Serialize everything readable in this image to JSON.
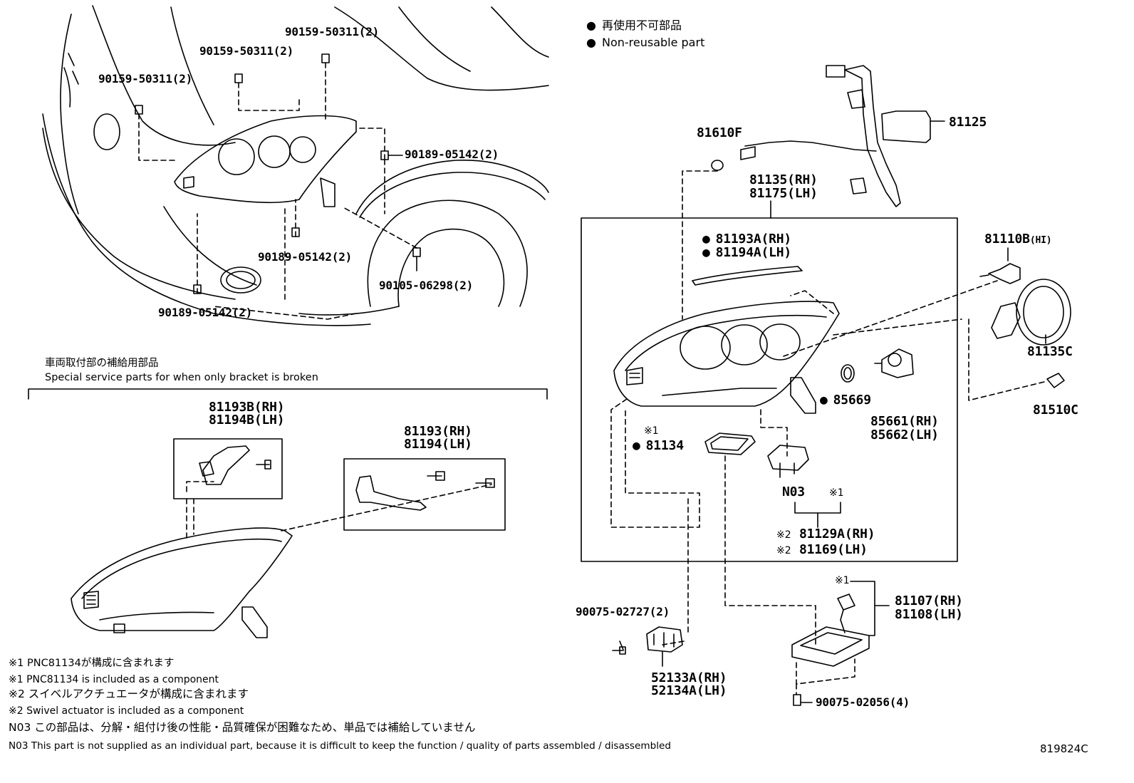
{
  "legend": {
    "non_reusable_jp": "再使用不可部品",
    "non_reusable_en": "Non-reusable part"
  },
  "special_service": {
    "title_jp": "車両取付部の補給用部品",
    "title_en": "Special service parts for when only bracket is broken"
  },
  "parts": {
    "p90159_a": "90159-50311(2)",
    "p90159_b": "90159-50311(2)",
    "p90159_c": "90159-50311(2)",
    "p90189_a": "90189-05142(2)",
    "p90189_b": "90189-05142(2)",
    "p90189_c": "90189-05142(2)",
    "p90105": "90105-06298(2)",
    "p81193B": "81193B(RH)",
    "p81194B": "81194B(LH)",
    "p81193": "81193(RH)",
    "p81194": "81194(LH)",
    "p81610F": "81610F",
    "p81125": "81125",
    "p81135": "81135(RH)",
    "p81175": "81175(LH)",
    "p81193A": "81193A(RH)",
    "p81194A": "81194A(LH)",
    "p81110B": "81110B",
    "p81110B_sub": "(HI)",
    "p81135C": "81135C",
    "p81510C": "81510C",
    "p85669": "85669",
    "p85661": "85661(RH)",
    "p85662": "85662(LH)",
    "p81134_mark": "※1",
    "p81134": "81134",
    "pN03": "N03",
    "pN03_mark": "※1",
    "p81129A_mark": "※2",
    "p81129A": "81129A(RH)",
    "p81169_mark": "※2",
    "p81169": "81169(LH)",
    "p81107_mark": "※1",
    "p81107": "81107(RH)",
    "p81108": "81108(LH)",
    "p90075_a": "90075-02727(2)",
    "p52133A": "52133A(RH)",
    "p52134A": "52134A(LH)",
    "p90075_b": "90075-02056(4)"
  },
  "footnotes": [
    "※1 PNC81134が構成に含まれます",
    "※1 PNC81134 is included as a component",
    "※2 スイベルアクチュエータが構成に含まれます",
    "※2 Swivel actuator is included as a component",
    "N03 この部品は、分解・組付け後の性能・品質確保が困難なため、単品では補給していません",
    "N03 This part is not supplied as an individual part, because it is difficult to keep the function / quality of parts assembled / disassembled"
  ],
  "diagram_number": "819824C"
}
